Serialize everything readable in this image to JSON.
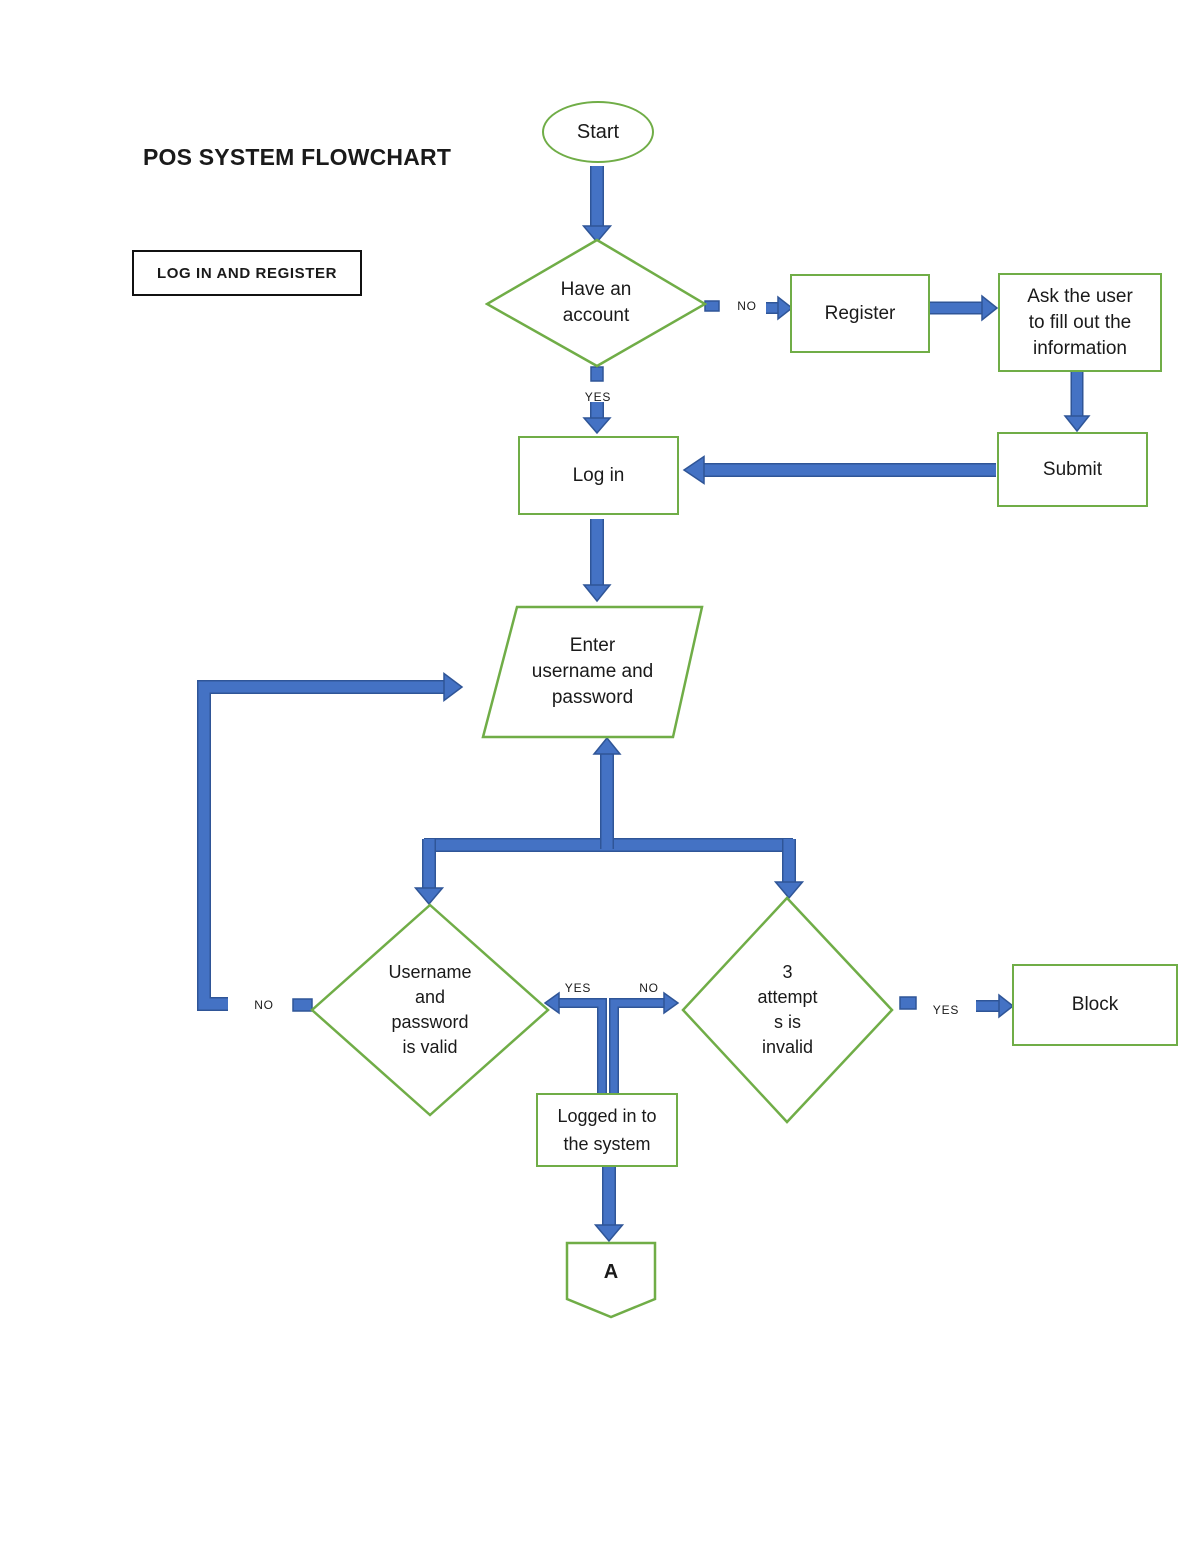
{
  "title": "POS SYSTEM FLOWCHART",
  "legend": "LOG IN AND REGISTER",
  "colors": {
    "shape_border_green": "#70AD47",
    "arrow_fill_blue": "#4472C4",
    "arrow_outline_blue": "#2F5597",
    "text_black": "#1a1a1a"
  },
  "nodes": {
    "start": "Start",
    "have_account": "Have an\naccount",
    "register": "Register",
    "ask_info": "Ask the user\nto fill out the\ninformation",
    "submit": "Submit",
    "login": "Log in",
    "enter_credentials": "Enter\nusername and\npassword",
    "valid_check": "Username\nand\npassword\nis valid",
    "attempts_check": "3\nattempt\ns is\ninvalid",
    "block": "Block",
    "logged_in": "Logged in to\nthe system",
    "connector_a": "A"
  },
  "edge_labels": {
    "no_register": "NO",
    "yes_login": "YES",
    "no_loop": "NO",
    "yes_logged": "YES",
    "no_attempts": "NO",
    "yes_block": "YES"
  }
}
